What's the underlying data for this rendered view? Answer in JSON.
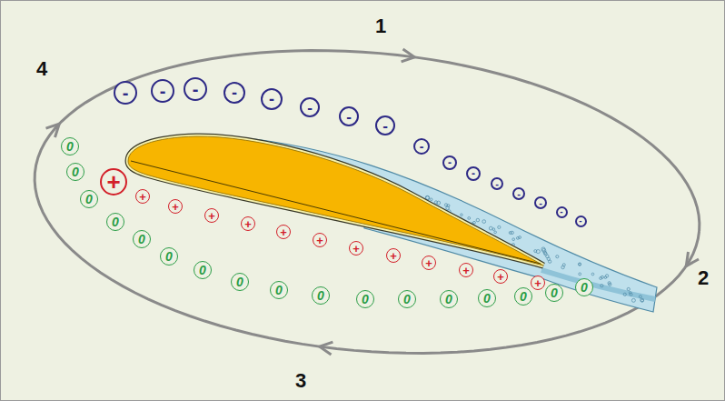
{
  "diagram": {
    "nodes": [
      {
        "text": [
          "-"
        ]
      },
      {
        "text": [
          "-"
        ]
      },
      {
        "text": [
          "-"
        ]
      },
      {
        "text": [
          "-"
        ]
      },
      {
        "text": [
          "-"
        ]
      },
      {
        "text": [
          "-"
        ]
      },
      {
        "text": [
          "-"
        ]
      },
      {
        "text": [
          "-"
        ]
      },
      {
        "text": [
          "-"
        ]
      },
      {
        "text": [
          "-"
        ]
      },
      {
        "text": [
          "-"
        ]
      },
      {
        "text": [
          "-"
        ]
      },
      {
        "text": [
          "-"
        ]
      },
      {
        "text": [
          "-"
        ]
      },
      {
        "text": [
          "-"
        ]
      },
      {
        "text": [
          "-"
        ]
      },
      {
        "text": [
          "+"
        ]
      },
      {
        "text": [
          "+"
        ]
      },
      {
        "text": [
          "+"
        ]
      },
      {
        "text": [
          "+"
        ]
      },
      {
        "text": [
          "+"
        ]
      },
      {
        "text": [
          "+"
        ]
      },
      {
        "text": [
          "+"
        ]
      },
      {
        "text": [
          "+"
        ]
      },
      {
        "text": [
          "+"
        ]
      },
      {
        "text": [
          "+"
        ]
      },
      {
        "text": [
          "+"
        ]
      },
      {
        "text": [
          "+"
        ]
      },
      {
        "text": [
          "+"
        ]
      },
      {
        "text": [
          "0"
        ]
      },
      {
        "text": [
          "0"
        ]
      },
      {
        "text": [
          "0"
        ]
      },
      {
        "text": [
          "0"
        ]
      },
      {
        "text": [
          "0"
        ]
      },
      {
        "text": [
          "0"
        ]
      },
      {
        "text": [
          "0"
        ]
      },
      {
        "text": [
          "0"
        ]
      },
      {
        "text": [
          "0"
        ]
      },
      {
        "text": [
          "0"
        ]
      },
      {
        "text": [
          "0"
        ]
      },
      {
        "text": [
          "0"
        ]
      },
      {
        "text": [
          "0"
        ]
      },
      {
        "text": [
          "0"
        ]
      },
      {
        "text": [
          "0"
        ]
      },
      {
        "text": [
          "0"
        ]
      },
      {
        "text": [
          "0"
        ]
      }
    ],
    "labels": [
      "1",
      "2",
      "3",
      "4"
    ]
  }
}
